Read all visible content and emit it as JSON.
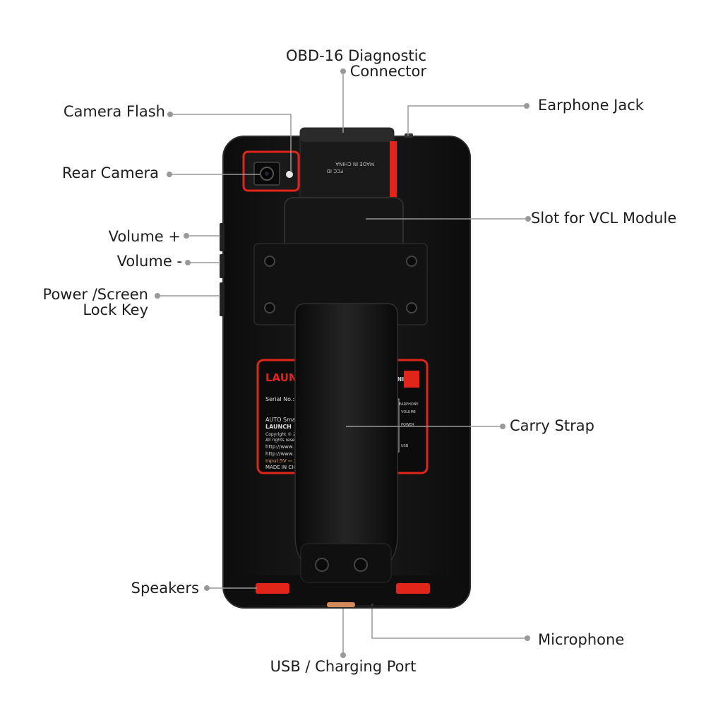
{
  "device": {
    "label_plate": {
      "brand": "LAUNCH",
      "model": "PRO MINI",
      "serial_label": "Serial No.:",
      "lines": [
        "AUTO Sma",
        "LAUNCH",
        "Copyright © 20",
        "All rights reser",
        "http://www.",
        "http://www.",
        "Input:5V ⎓ 2",
        "MADE IN CHI"
      ],
      "port_labels": [
        "EARPHONE",
        "VOLUME",
        "POWER",
        "USB"
      ]
    },
    "connector_marks": [
      "FCC ID",
      "MADE IN CHINA"
    ]
  },
  "callouts": {
    "obd": "OBD-16 Diagnostic\nConnector",
    "earphone": "Earphone Jack",
    "camera_flash": "Camera Flash",
    "rear_camera": "Rear Camera",
    "vcl_slot": "Slot for VCL Module",
    "volume_up": "Volume +",
    "volume_down": "Volume -",
    "power": "Power /Screen\nLock Key",
    "carry_strap": "Carry Strap",
    "speakers": "Speakers",
    "microphone": "Microphone",
    "usb": "USB / Charging Port"
  },
  "colors": {
    "body": "#141414",
    "accent_red": "#e1251b",
    "leader_line": "#999999"
  }
}
